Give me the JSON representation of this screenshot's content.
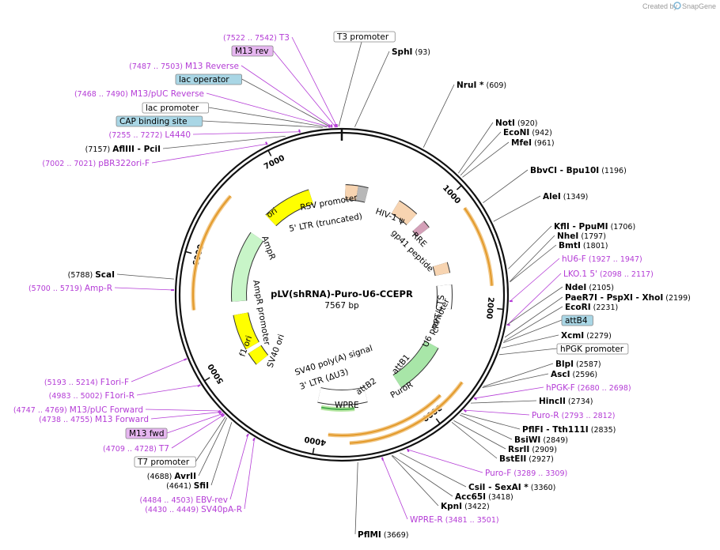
{
  "credit": {
    "text": "Created by",
    "brand": "SnapGene"
  },
  "plasmid": {
    "name": "pLV(shRNA)-Puro-U6-CCEPR",
    "length": "7567 bp",
    "total_bp": 7567
  },
  "ticks": [
    1000,
    2000,
    3000,
    4000,
    5000,
    6000,
    7000
  ],
  "labels": [
    {
      "id": "t3p",
      "pre": "(7522 .. 7542)",
      "name": "T3",
      "style": "primer",
      "bp": 7532
    },
    {
      "id": "m13rev",
      "pre": "",
      "name": "M13 rev",
      "style": "primer-box",
      "bp": 7520
    },
    {
      "id": "m13reverse",
      "pre": "(7487 .. 7503)",
      "name": "M13 Reverse",
      "style": "primer",
      "bp": 7495
    },
    {
      "id": "lacop",
      "pre": "",
      "name": "lac operator",
      "style": "feature-blue",
      "bp": 7485
    },
    {
      "id": "m13puc",
      "pre": "(7468 .. 7490)",
      "name": "M13/pUC Reverse",
      "style": "primer",
      "bp": 7479
    },
    {
      "id": "lacprom",
      "pre": "",
      "name": "lac promoter",
      "style": "feature-white",
      "bp": 7460
    },
    {
      "id": "cap",
      "pre": "",
      "name": "CAP binding site",
      "style": "feature-blue",
      "bp": 7430
    },
    {
      "id": "l4440",
      "pre": "(7255 .. 7272)",
      "name": "L4440",
      "style": "primer",
      "bp": 7263
    },
    {
      "id": "afliii",
      "pre": "(7157)",
      "name": "AflIII - PciI",
      "style": "enzyme",
      "bp": 7157
    },
    {
      "id": "pbr",
      "pre": "(7002 .. 7021)",
      "name": "pBR322ori-F",
      "style": "primer",
      "bp": 7012
    },
    {
      "id": "t3prom",
      "pre": "",
      "name": "T3 promoter",
      "style": "feature-white",
      "bp": 7545
    },
    {
      "id": "sphi",
      "pre": "",
      "name": "SphI",
      "post": "(93)",
      "style": "enzyme",
      "bp": 93
    },
    {
      "id": "nrui",
      "pre": "",
      "name": "NruI *",
      "post": "(609)",
      "style": "enzyme",
      "bp": 609
    },
    {
      "id": "noti",
      "pre": "",
      "name": "NotI",
      "post": "(920)",
      "style": "enzyme",
      "bp": 920
    },
    {
      "id": "econi",
      "pre": "",
      "name": "EcoNI",
      "post": "(942)",
      "style": "enzyme",
      "bp": 942
    },
    {
      "id": "mfei",
      "pre": "",
      "name": "MfeI",
      "post": "(961)",
      "style": "enzyme",
      "bp": 961
    },
    {
      "id": "bbvci",
      "pre": "",
      "name": "BbvCI - Bpu10I",
      "post": "(1196)",
      "style": "enzyme",
      "bp": 1196
    },
    {
      "id": "alei",
      "pre": "",
      "name": "AleI",
      "post": "(1349)",
      "style": "enzyme",
      "bp": 1349
    },
    {
      "id": "kfli",
      "pre": "",
      "name": "KflI - PpuMI",
      "post": "(1706)",
      "style": "enzyme",
      "bp": 1706
    },
    {
      "id": "nhei",
      "pre": "",
      "name": "NheI",
      "post": "(1797)",
      "style": "enzyme",
      "bp": 1797
    },
    {
      "id": "bmti",
      "pre": "",
      "name": "BmtI",
      "post": "(1801)",
      "style": "enzyme",
      "bp": 1801
    },
    {
      "id": "hu6f",
      "pre": "",
      "name": "hU6-F",
      "post": "(1927 .. 1947)",
      "style": "primer",
      "bp": 1937
    },
    {
      "id": "lko",
      "pre": "",
      "name": "LKO.1 5'",
      "post": "(2098 .. 2117)",
      "style": "primer",
      "bp": 2107
    },
    {
      "id": "ndei",
      "pre": "",
      "name": "NdeI",
      "post": "(2105)",
      "style": "enzyme",
      "bp": 2105
    },
    {
      "id": "paer7i",
      "pre": "",
      "name": "PaeR7I - PspXI - XhoI",
      "post": "(2199)",
      "style": "enzyme",
      "bp": 2199
    },
    {
      "id": "ecori",
      "pre": "",
      "name": "EcoRI",
      "post": "(2231)",
      "style": "enzyme",
      "bp": 2231
    },
    {
      "id": "attb4",
      "pre": "",
      "name": "attB4",
      "style": "feature-blue",
      "bp": 2240
    },
    {
      "id": "xcmi",
      "pre": "",
      "name": "XcmI",
      "post": "(2279)",
      "style": "enzyme",
      "bp": 2279
    },
    {
      "id": "hpgk",
      "pre": "",
      "name": "hPGK promoter",
      "style": "feature-white",
      "bp": 2330
    },
    {
      "id": "blpi",
      "pre": "",
      "name": "BlpI",
      "post": "(2587)",
      "style": "enzyme",
      "bp": 2587
    },
    {
      "id": "asci",
      "pre": "",
      "name": "AscI",
      "post": "(2596)",
      "style": "enzyme",
      "bp": 2596
    },
    {
      "id": "hpgkf",
      "pre": "",
      "name": "hPGK-F",
      "post": "(2680 .. 2698)",
      "style": "primer",
      "bp": 2689
    },
    {
      "id": "hincii",
      "pre": "",
      "name": "HincII",
      "post": "(2734)",
      "style": "enzyme",
      "bp": 2734
    },
    {
      "id": "puror",
      "pre": "",
      "name": "Puro-R",
      "post": "(2793 .. 2812)",
      "style": "primer",
      "bp": 2802
    },
    {
      "id": "pflfi",
      "pre": "",
      "name": "PflFI - Tth111I",
      "post": "(2835)",
      "style": "enzyme",
      "bp": 2835
    },
    {
      "id": "bsiwi",
      "pre": "",
      "name": "BsiWI",
      "post": "(2849)",
      "style": "enzyme",
      "bp": 2849
    },
    {
      "id": "rsrii",
      "pre": "",
      "name": "RsrII",
      "post": "(2909)",
      "style": "enzyme",
      "bp": 2909
    },
    {
      "id": "bsteii",
      "pre": "",
      "name": "BstEII",
      "post": "(2927)",
      "style": "enzyme",
      "bp": 2927
    },
    {
      "id": "purof",
      "pre": "",
      "name": "Puro-F",
      "post": "(3289 .. 3309)",
      "style": "primer",
      "bp": 3299
    },
    {
      "id": "csii",
      "pre": "",
      "name": "CsiI - SexAI *",
      "post": "(3360)",
      "style": "enzyme",
      "bp": 3360
    },
    {
      "id": "acc65i",
      "pre": "",
      "name": "Acc65I",
      "post": "(3418)",
      "style": "enzyme",
      "bp": 3418
    },
    {
      "id": "kpni",
      "pre": "",
      "name": "KpnI",
      "post": "(3422)",
      "style": "enzyme",
      "bp": 3422
    },
    {
      "id": "wprer",
      "pre": "",
      "name": "WPRE-R",
      "post": "(3481 .. 3501)",
      "style": "primer",
      "bp": 3491
    },
    {
      "id": "pflmi",
      "pre": "",
      "name": "PflMI",
      "post": "(3669)",
      "style": "enzyme",
      "bp": 3669
    },
    {
      "id": "sv40pa",
      "pre": "(4430 .. 4449)",
      "name": "SV40pA-R",
      "style": "primer",
      "bp": 4440
    },
    {
      "id": "ebv",
      "pre": "(4484 .. 4503)",
      "name": "EBV-rev",
      "style": "primer",
      "bp": 4494
    },
    {
      "id": "sfii",
      "pre": "(4641)",
      "name": "SfiI",
      "style": "enzyme",
      "bp": 4641
    },
    {
      "id": "avrii",
      "pre": "(4688)",
      "name": "AvrII",
      "style": "enzyme",
      "bp": 4688
    },
    {
      "id": "t7prom",
      "pre": "",
      "name": "T7 promoter",
      "style": "feature-white",
      "bp": 4700
    },
    {
      "id": "t7",
      "pre": "(4709 .. 4728)",
      "name": "T7",
      "style": "primer",
      "bp": 4718
    },
    {
      "id": "m13fwd",
      "pre": "",
      "name": "M13 fwd",
      "style": "primer-box",
      "bp": 4730
    },
    {
      "id": "m13forward",
      "pre": "(4738 .. 4755)",
      "name": "M13 Forward",
      "style": "primer",
      "bp": 4746
    },
    {
      "id": "m13pucf",
      "pre": "(4747 .. 4769)",
      "name": "M13/pUC Forward",
      "style": "primer",
      "bp": 4758
    },
    {
      "id": "f1r",
      "pre": "(4983 .. 5002)",
      "name": "F1ori-R",
      "style": "primer",
      "bp": 4992
    },
    {
      "id": "f1f",
      "pre": "(5193 .. 5214)",
      "name": "F1ori-F",
      "style": "primer",
      "bp": 5203
    },
    {
      "id": "ampr",
      "pre": "(5700 .. 5719)",
      "name": "Amp-R",
      "style": "primer",
      "bp": 5709
    },
    {
      "id": "scai",
      "pre": "(5788)",
      "name": "ScaI",
      "style": "enzyme",
      "bp": 5788
    }
  ],
  "features": [
    {
      "name": "RSV promoter",
      "start": 7620,
      "end": 7860,
      "color": "#b8b8b8"
    },
    {
      "name": "HIV-1 Ψ",
      "start": 40,
      "end": 180,
      "color": "#f7d4b1"
    },
    {
      "name": "RRE",
      "start": 660,
      "end": 900,
      "color": "#f7d4b1"
    },
    {
      "name": "gp41 peptide",
      "start": 1010,
      "end": 1100,
      "color": "#d4a0b8"
    },
    {
      "name": "cPPT/CTS",
      "start": 1530,
      "end": 1650,
      "color": "#f7d4b1"
    },
    {
      "name": "U6 promoter",
      "start": 1780,
      "end": 2050,
      "color": "#ffffff"
    },
    {
      "name": "PuroR",
      "start": 2500,
      "end": 3100,
      "color": "#a8e6a8"
    },
    {
      "name": "WPRE",
      "start": 3500,
      "end": 4050,
      "color": "#ffffff"
    },
    {
      "name": "SV40 ori",
      "start": 4850,
      "end": 5000,
      "color": "#ffff00"
    },
    {
      "name": "f1 ori",
      "start": 5050,
      "end": 5450,
      "color": "#ffff00"
    },
    {
      "name": "AmpR",
      "start": 5600,
      "end": 6400,
      "color": "#c8f5c8"
    },
    {
      "name": "ori",
      "start": 6650,
      "end": 7200,
      "color": "#ffff00"
    }
  ],
  "inner_labels": [
    {
      "text": "RSV promoter"
    },
    {
      "text": "5' LTR (truncated)"
    },
    {
      "text": "HIV-1 ψ"
    },
    {
      "text": "RRE"
    },
    {
      "text": "gp41 peptide"
    },
    {
      "text": "cPPT/CTS"
    },
    {
      "text": "U6 promoter"
    },
    {
      "text": "attB1"
    },
    {
      "text": "PuroR"
    },
    {
      "text": "attB2"
    },
    {
      "text": "WPRE"
    },
    {
      "text": "3' LTR (ΔU3)"
    },
    {
      "text": "SV40 poly(A) signal"
    },
    {
      "text": "SV40 ori"
    },
    {
      "text": "f1 ori"
    },
    {
      "text": "AmpR promoter"
    },
    {
      "text": "AmpR"
    },
    {
      "text": "ori"
    }
  ],
  "colors": {
    "primer": "#b43cd6",
    "feature_blue": "#a9d6e5",
    "primer_box": "#e6b6f0",
    "orange": "#e39a2b",
    "green_arrow": "#4caf50"
  }
}
